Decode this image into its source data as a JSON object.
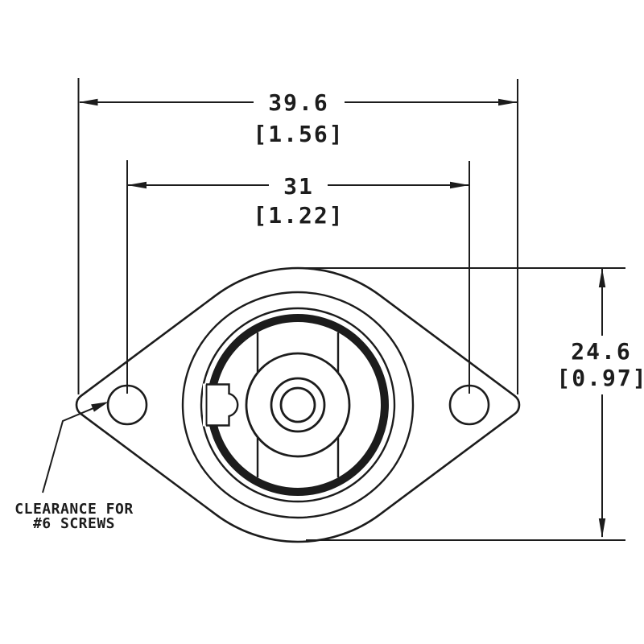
{
  "dimensions": {
    "overall_width": {
      "metric": "39.6",
      "imperial": "[1.56]"
    },
    "hole_spacing": {
      "metric": "31",
      "imperial": "[1.22]"
    },
    "body_height": {
      "metric": "24.6",
      "imperial": "[0.97]"
    }
  },
  "callout": {
    "line1": "CLEARANCE FOR",
    "line2": "#6 SCREWS"
  },
  "colors": {
    "line": "#1c1c1c",
    "background": "#ffffff"
  }
}
